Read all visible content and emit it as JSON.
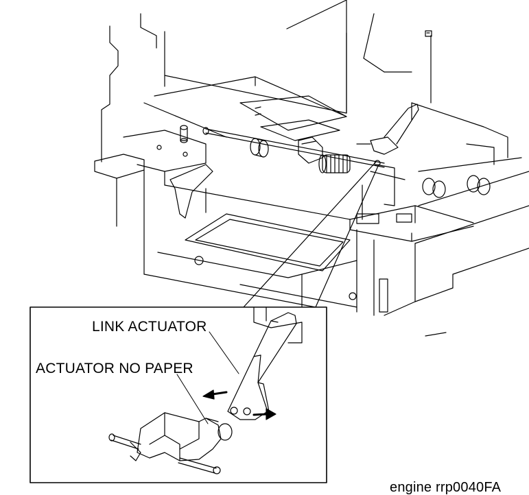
{
  "diagram": {
    "labels": {
      "link_actuator": "LINK ACTUATOR",
      "actuator_no_paper": "ACTUATOR NO PAPER"
    },
    "figure_code": "engine rrp0040FA"
  }
}
